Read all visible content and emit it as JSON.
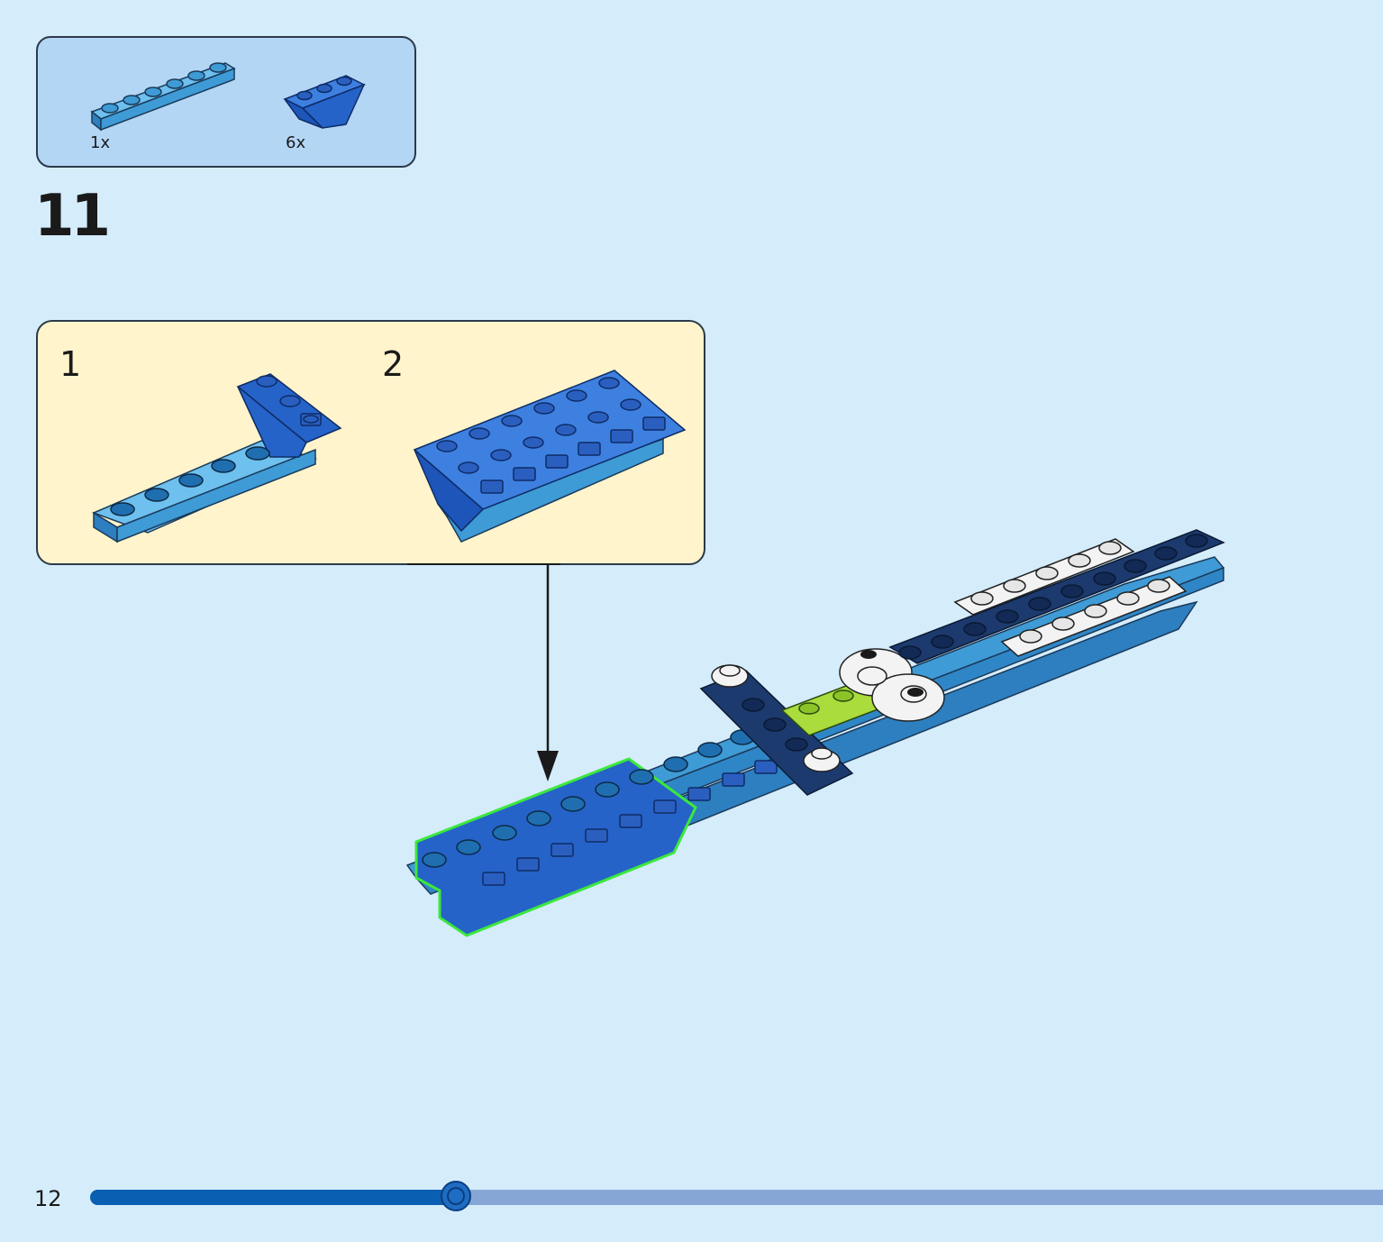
{
  "parts": [
    {
      "qty": "1x",
      "name": "plate-1x6",
      "color": "#3e9bd6"
    },
    {
      "qty": "6x",
      "name": "inverted-slope-brick",
      "color": "#2563c9"
    }
  ],
  "step": {
    "number": "11"
  },
  "substeps": [
    {
      "number": "1"
    },
    {
      "number": "2"
    }
  ],
  "page": {
    "number": "12"
  },
  "progress": {
    "fraction": 0.283
  },
  "colors": {
    "background": "#d5ecfb",
    "medium_azure": "#3e9bd6",
    "bright_blue": "#2563c9",
    "dark_blue": "#1d3a6e",
    "lime": "#a9dc3c",
    "white": "#f3f3f3",
    "highlight": "#3ce83c"
  }
}
